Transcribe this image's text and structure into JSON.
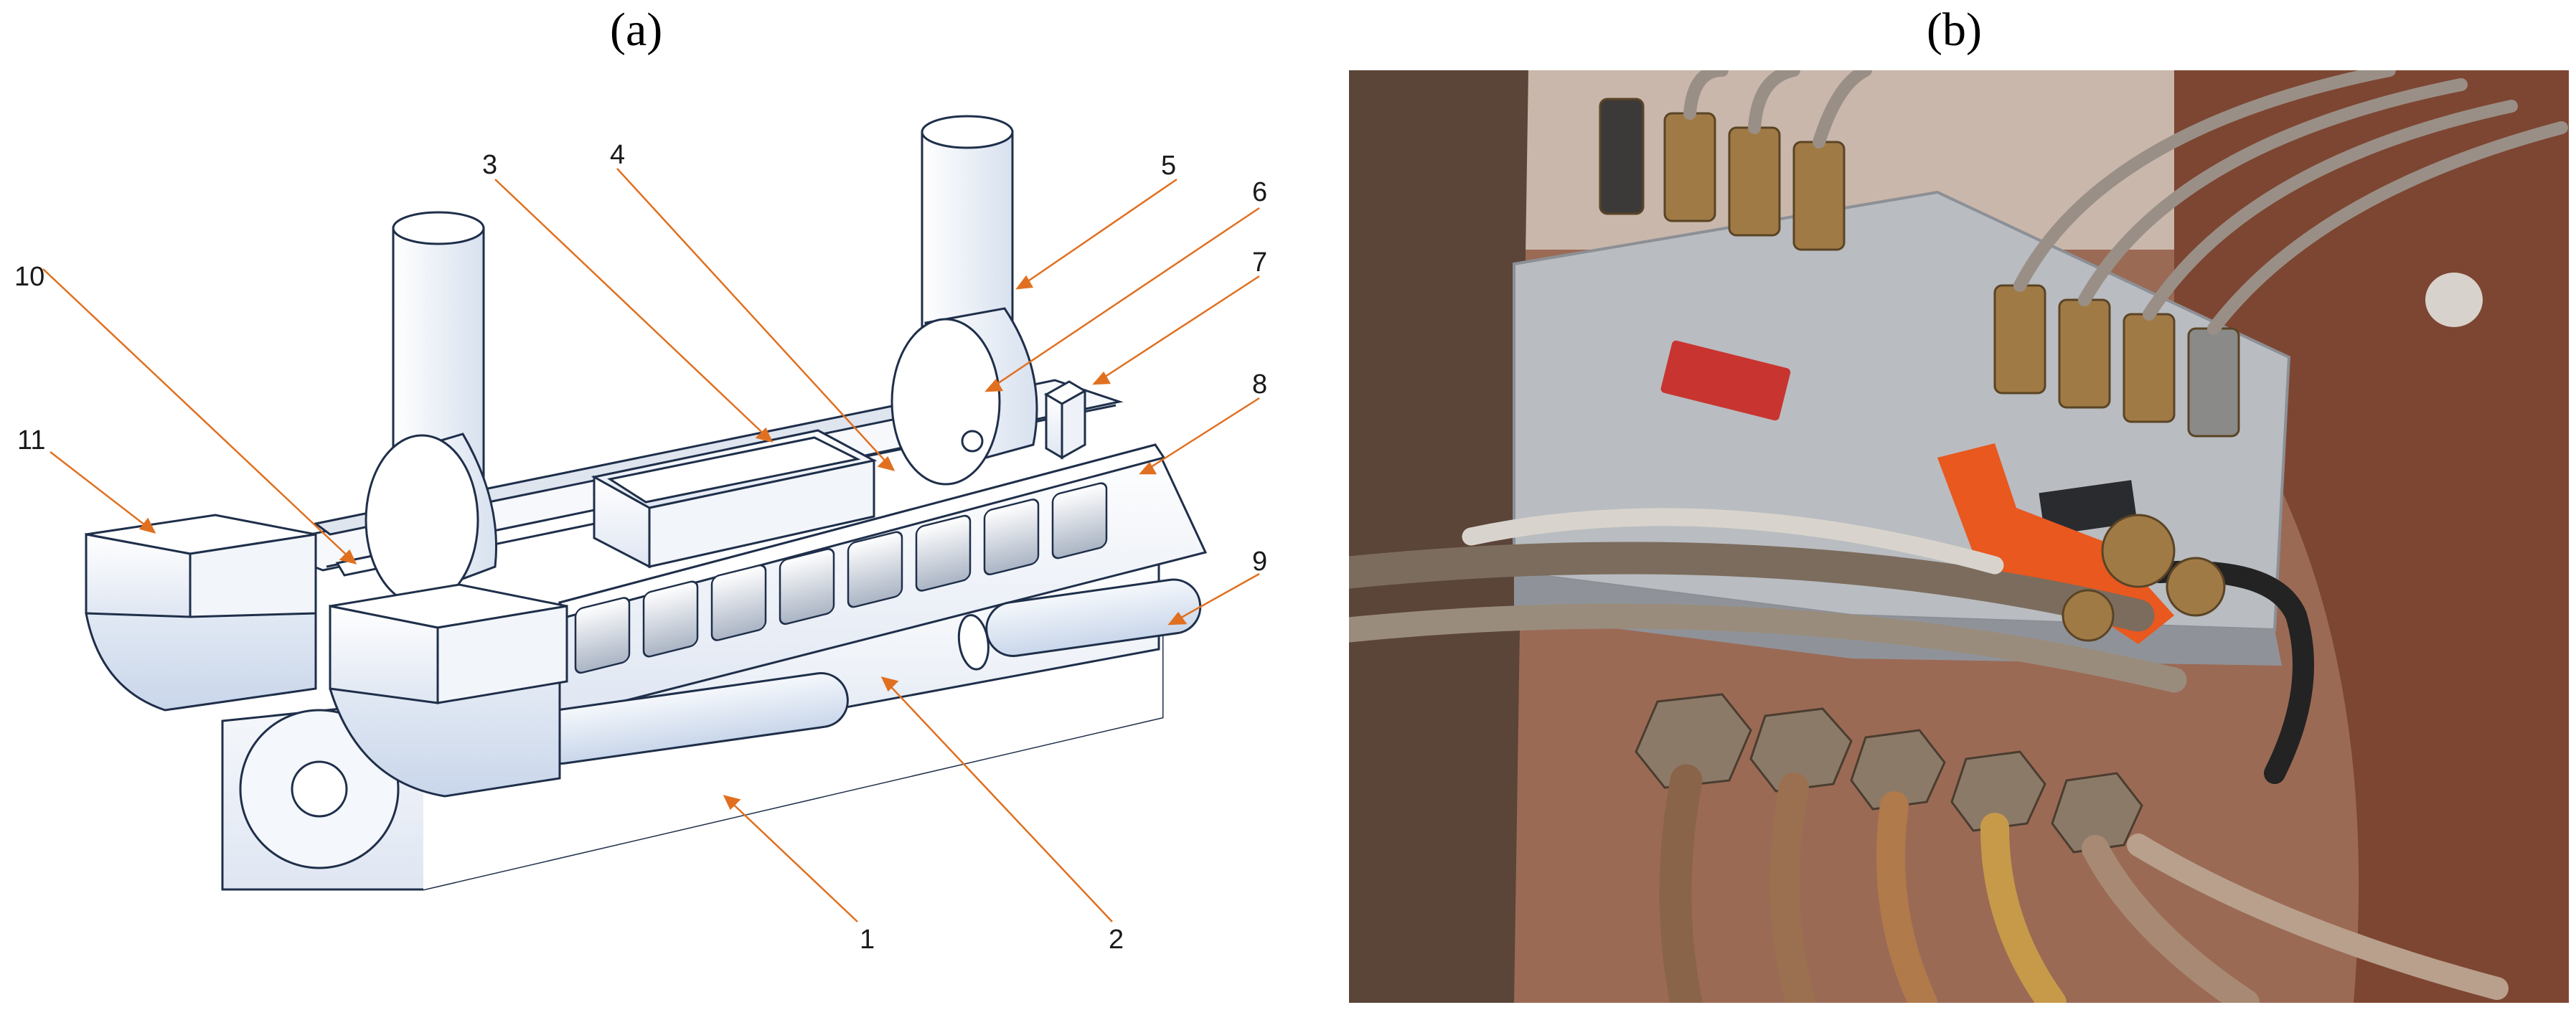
{
  "panels": {
    "a": {
      "label": "(a)"
    },
    "b": {
      "label": "(b)"
    }
  },
  "callouts": [
    "1",
    "2",
    "3",
    "4",
    "5",
    "6",
    "7",
    "8",
    "9",
    "10",
    "11"
  ],
  "colors": {
    "outline": "#1f2f4a",
    "fill": "#e9eef7",
    "leader": "#e07020",
    "photo_metal": "#b8bbbf",
    "photo_rust": "#8a4a2c",
    "photo_orange": "#e8581f",
    "photo_brass": "#a07a45",
    "photo_plate": "#c8342f"
  }
}
